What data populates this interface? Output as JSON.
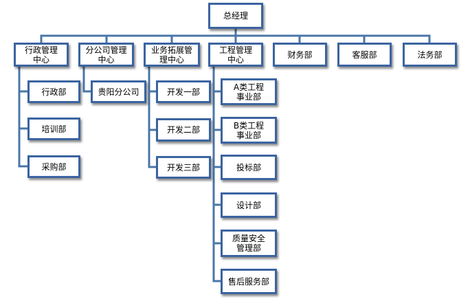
{
  "chart": {
    "root": "总经理",
    "centers": {
      "admin": "行政管理\n中心",
      "branch": "分公司管理\n中心",
      "business": "业务拓展管\n理中心",
      "engineering": "工程管理\n中心",
      "finance": "财务部",
      "service": "客服部",
      "legal": "法务部"
    },
    "admin_departments": [
      "行政部",
      "培训部",
      "采购部"
    ],
    "branch_departments": [
      "贵阳分公司"
    ],
    "business_departments": [
      "开发一部",
      "开发二部",
      "开发三部"
    ],
    "engineering_departments": [
      "A类工程\n事业部",
      "B类工程\n事业部",
      "投标部",
      "设计部",
      "质量安全\n管理部",
      "售后服务部"
    ]
  },
  "colors": {
    "border": "#3b64a0",
    "connector": "#4a76a8",
    "fill": "#ffffff",
    "text": "#000000"
  }
}
